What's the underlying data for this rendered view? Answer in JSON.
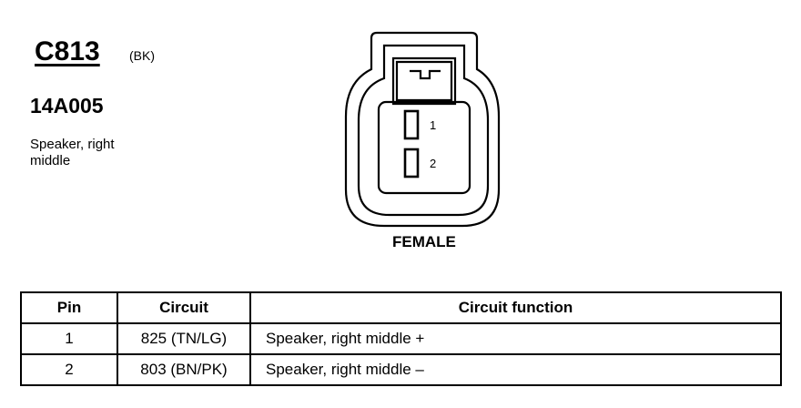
{
  "connector": {
    "id": "C813",
    "color": "(BK)",
    "part_number": "14A005",
    "description": "Speaker, right middle"
  },
  "diagram": {
    "pin_labels": [
      "1",
      "2"
    ],
    "gender": "FEMALE"
  },
  "table": {
    "headers": [
      "Pin",
      "Circuit",
      "Circuit function"
    ],
    "rows": [
      [
        "1",
        "825 (TN/LG)",
        "Speaker, right middle +"
      ],
      [
        "2",
        "803 (BN/PK)",
        "Speaker, right middle –"
      ]
    ]
  }
}
